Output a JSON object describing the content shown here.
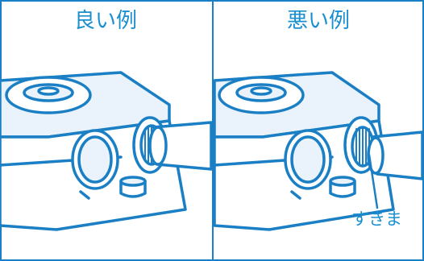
{
  "panels": [
    {
      "title": "良い例"
    },
    {
      "title": "悪い例"
    }
  ],
  "callout": {
    "label": "すきま"
  },
  "colors": {
    "line": "#1a7fc4",
    "text": "#1a8fd0",
    "fill": "#e8f2fa"
  },
  "icons": {
    "left": "fitting-tight-icon",
    "right": "fitting-gap-icon"
  }
}
